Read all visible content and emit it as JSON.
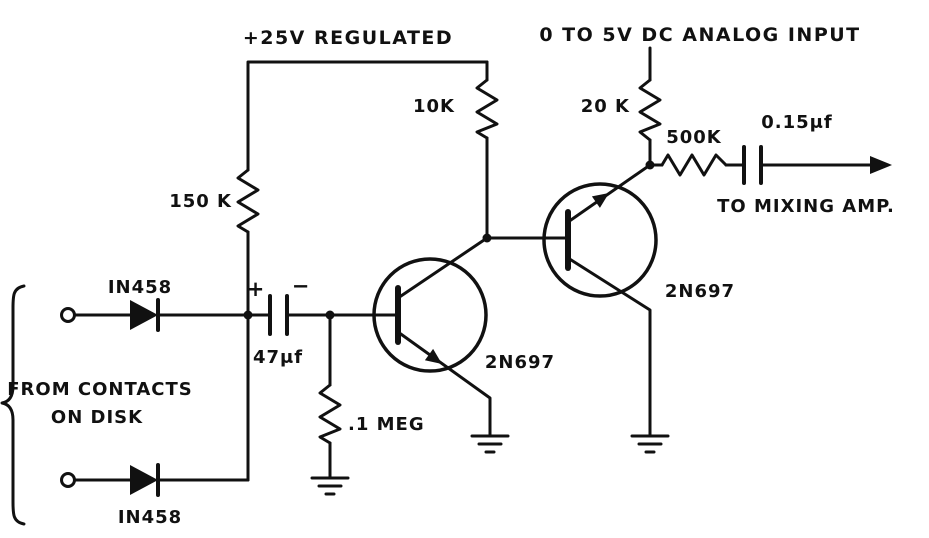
{
  "diagram": {
    "colors": {
      "ink": "#111111",
      "background": "#ffffff"
    },
    "rails": {
      "supply_label": "+25V REGULATED",
      "analog_input_label": "0 TO 5V DC ANALOG INPUT"
    },
    "output": {
      "label": "TO MIXING AMP."
    },
    "source": {
      "line1": "FROM CONTACTS",
      "line2": "ON DISK"
    },
    "resistors": {
      "r150k": "150 K",
      "r10k": "10K",
      "r20k": "20 K",
      "r500k": "500K",
      "r1meg": ".1 MEG"
    },
    "capacitors": {
      "c47": "47μf",
      "c47_plus": "+",
      "c47_minus": "−",
      "c015": "0.15μf"
    },
    "diodes": {
      "d_top": "IN458",
      "d_bottom": "IN458"
    },
    "transistors": {
      "q1": "2N697",
      "q2": "2N697"
    }
  }
}
